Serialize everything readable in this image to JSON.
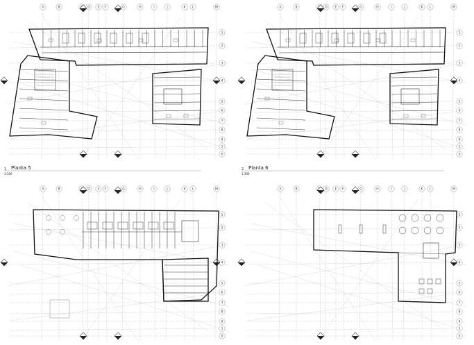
{
  "columns": [
    "A",
    "B",
    "C",
    "D",
    "E",
    "F",
    "G",
    "H",
    "I",
    "J",
    "K",
    "L",
    "M"
  ],
  "rows": [
    "1",
    "2",
    "3",
    "4",
    "5",
    "6",
    "7",
    "8",
    "9",
    "1",
    "0"
  ],
  "panels": [
    {
      "id": "p1",
      "number": "1",
      "title": "Planta 5",
      "scale": "1:300"
    },
    {
      "id": "p2",
      "number": "2",
      "title": "Planta 6",
      "scale": "1:300"
    },
    {
      "id": "p3",
      "number": "",
      "title": "",
      "scale": ""
    },
    {
      "id": "p4",
      "number": "",
      "title": "",
      "scale": ""
    }
  ]
}
